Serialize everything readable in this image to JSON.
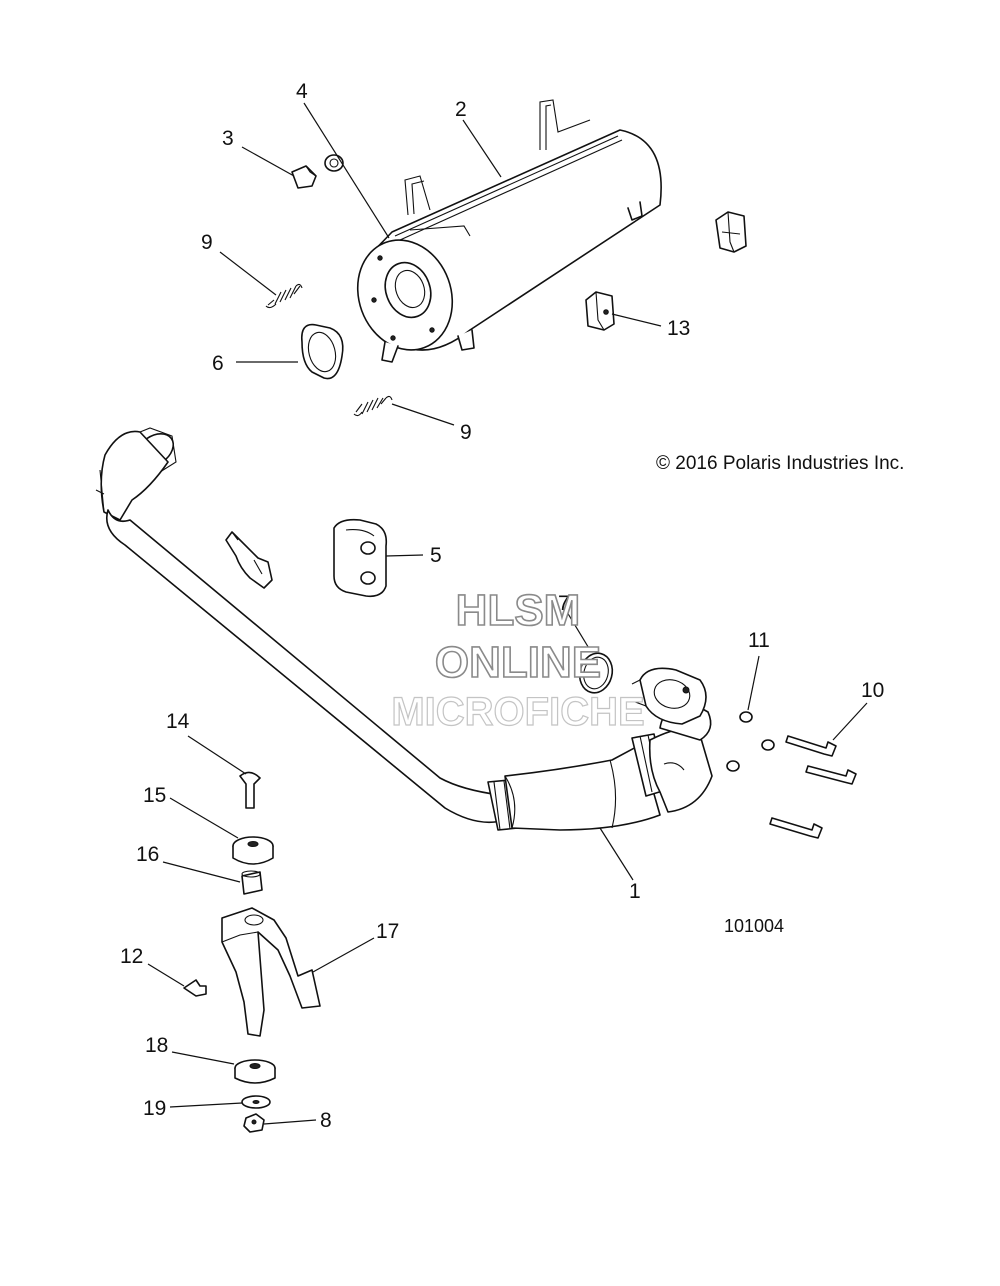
{
  "copyright": "© 2016 Polaris Industries Inc.",
  "part_number": "101004",
  "watermark": {
    "line1": "HLSM",
    "line2": "ONLINE",
    "line3": "MICROFICHE"
  },
  "callouts": [
    "1",
    "2",
    "3",
    "4",
    "5",
    "6",
    "7",
    "8",
    "9",
    "9",
    "10",
    "11",
    "12",
    "13",
    "14",
    "15",
    "16",
    "17",
    "18",
    "19"
  ],
  "parts": [
    {
      "id": "1",
      "name": "exhaust-pipe"
    },
    {
      "id": "2",
      "name": "muffler"
    },
    {
      "id": "3",
      "name": "plug"
    },
    {
      "id": "4",
      "name": "washer"
    },
    {
      "id": "5",
      "name": "rubber-isolator"
    },
    {
      "id": "6",
      "name": "gasket"
    },
    {
      "id": "7",
      "name": "seal-ring"
    },
    {
      "id": "8",
      "name": "nut"
    },
    {
      "id": "9",
      "name": "spring"
    },
    {
      "id": "10",
      "name": "bolt"
    },
    {
      "id": "11",
      "name": "washer"
    },
    {
      "id": "12",
      "name": "screw"
    },
    {
      "id": "13",
      "name": "clip"
    },
    {
      "id": "14",
      "name": "bolt"
    },
    {
      "id": "15",
      "name": "grommet"
    },
    {
      "id": "16",
      "name": "bushing"
    },
    {
      "id": "17",
      "name": "bracket"
    },
    {
      "id": "18",
      "name": "grommet"
    },
    {
      "id": "19",
      "name": "washer"
    }
  ]
}
